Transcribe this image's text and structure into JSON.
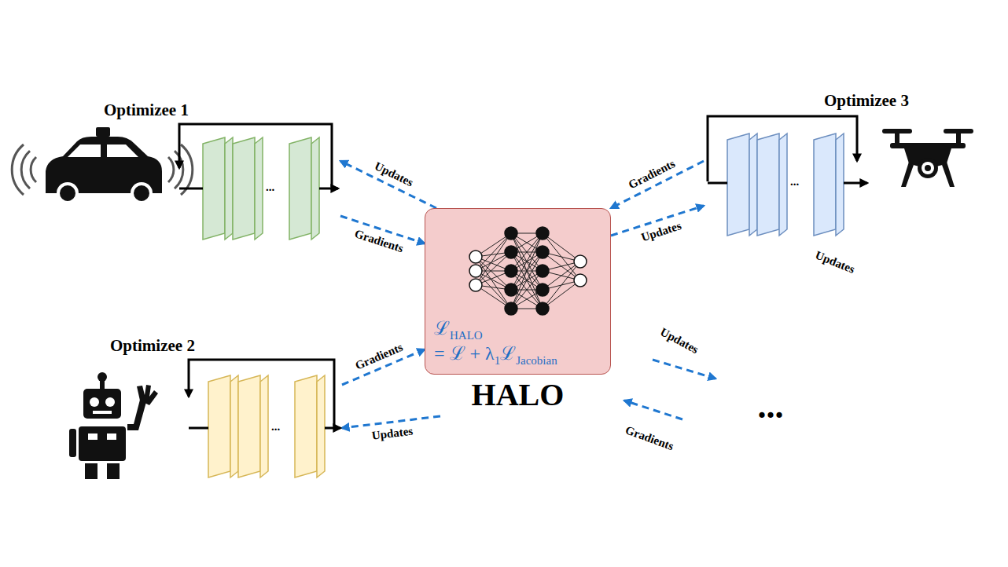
{
  "diagram": {
    "nodes": [
      {
        "text": [
          "Optimizee 1",
          "..."
        ]
      },
      {
        "text": [
          "Optimizee 3",
          "..."
        ]
      },
      {
        "text": [
          "ℒ",
          "HALO",
          "= ℒ + λ",
          "1",
          "ℒ",
          "Jacobian",
          "HALO"
        ]
      },
      {
        "text": [
          "Optimizee 2",
          "..."
        ]
      }
    ],
    "edges": [
      {
        "from": 2,
        "to": 0,
        "label": "Updates",
        "arrow": "to"
      },
      {
        "from": 0,
        "to": 2,
        "label": "Gradients",
        "arrow": "to"
      },
      {
        "from": 1,
        "to": 2,
        "label": "Gradients",
        "arrow": "to"
      },
      {
        "from": 2,
        "to": 1,
        "label": "Updates",
        "arrow": "to"
      },
      {
        "from": 3,
        "to": 2,
        "label": "Gradients",
        "arrow": "to"
      },
      {
        "from": 2,
        "to": 3,
        "label": "Updates",
        "arrow": "to"
      }
    ],
    "labels": [
      "Updates",
      "Updates",
      "Gradients",
      "..."
    ]
  }
}
